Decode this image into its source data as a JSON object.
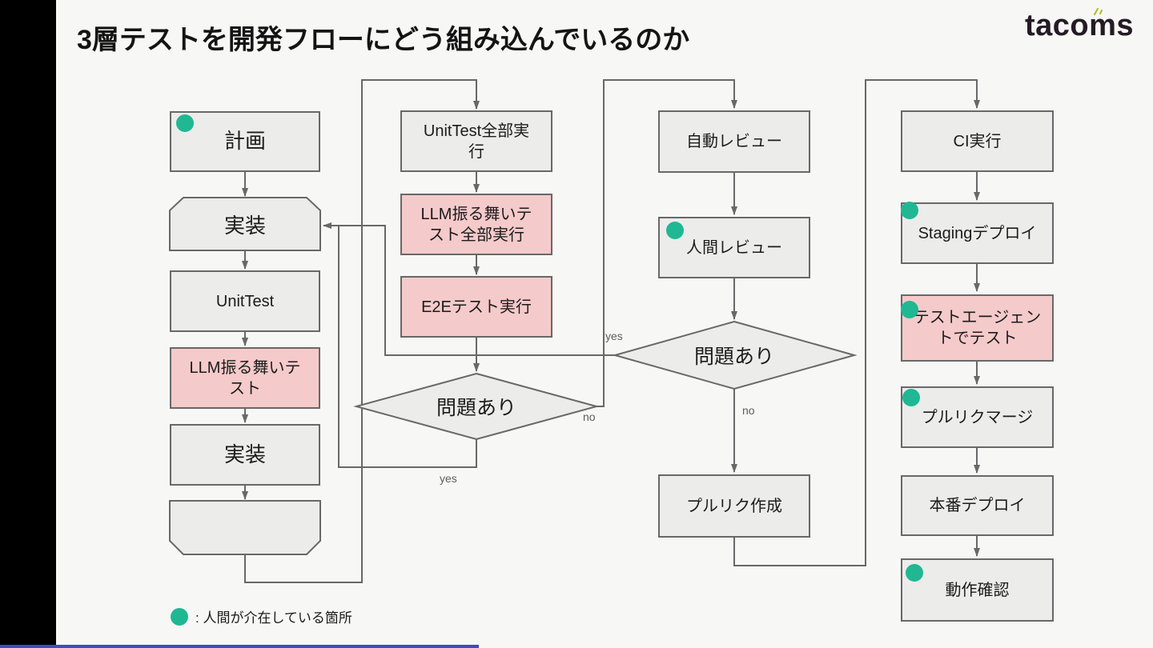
{
  "header": {
    "title": "3層テストを開発フローにどう組み込んでいるのか",
    "logo_text": "tacoms"
  },
  "nodes": {
    "plan": {
      "label": "計画"
    },
    "impl1": {
      "label": "実装"
    },
    "unittest": {
      "label": "UnitTest"
    },
    "llm_test": {
      "label": "LLM振る舞いテ\nスト"
    },
    "impl2": {
      "label": "実装"
    },
    "endcap": {
      "label": ""
    },
    "unittest_all": {
      "label": "UnitTest全部実\n行"
    },
    "llm_test_all": {
      "label": "LLM振る舞いテ\nスト全部実行"
    },
    "e2e": {
      "label": "E2Eテスト実行"
    },
    "problem1": {
      "label": "問題あり"
    },
    "auto_review": {
      "label": "自動レビュー"
    },
    "human_review": {
      "label": "人間レビュー"
    },
    "problem2": {
      "label": "問題あり"
    },
    "pr_create": {
      "label": "プルリク作成"
    },
    "ci": {
      "label": "CI実行"
    },
    "staging": {
      "label": "Stagingデプロイ"
    },
    "test_agent": {
      "label": "テストエージェン\nトでテスト"
    },
    "pr_merge": {
      "label": "プルリクマージ"
    },
    "prod_deploy": {
      "label": "本番デプロイ"
    },
    "verify": {
      "label": "動作確認"
    }
  },
  "edge_labels": {
    "tests_yes": "yes",
    "tests_no": "no",
    "review_yes": "yes",
    "review_no": "no"
  },
  "legend": {
    "text": ": 人間が介在している箇所"
  },
  "colors": {
    "accent_green": "#1fb893",
    "node_gray": "#ececeb",
    "node_pink": "#f5caca",
    "line": "#686868",
    "bottom_bar_blue": "#3f4bc0"
  }
}
